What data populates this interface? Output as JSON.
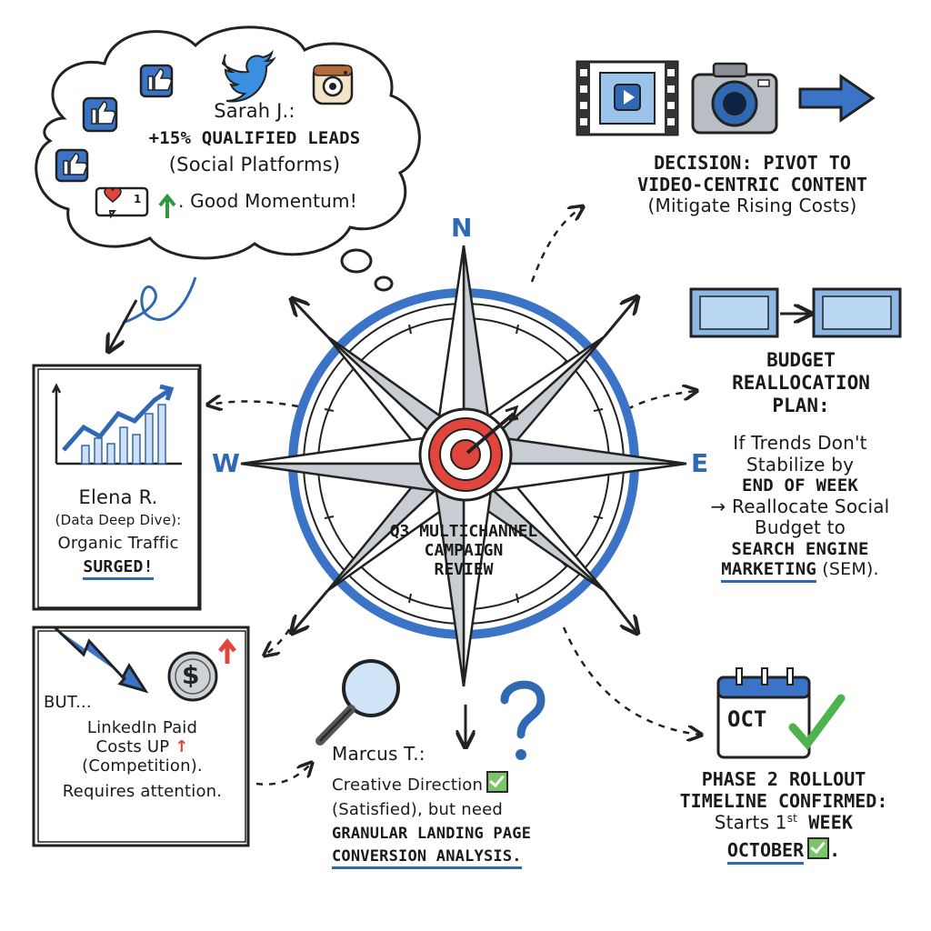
{
  "center": {
    "line1": "Q3 MULTICHANNEL",
    "line2": "CAMPAIGN",
    "line3": "REVIEW"
  },
  "compass": {
    "north": "N",
    "west": "W",
    "east": "E"
  },
  "sarah": {
    "name": "Sarah J.:",
    "metric": "+15% QUALIFIED LEADS",
    "source": "(Social Platforms)",
    "notif_count": "1",
    "momentum": ". Good Momentum!"
  },
  "decision": {
    "line1": "DECISION: PIVOT TO",
    "line2": "VIDEO-CENTRIC CONTENT",
    "line3": "(Mitigate Rising Costs)"
  },
  "budget": {
    "line1": "BUDGET",
    "line2": "REALLOCATION",
    "line3": "PLAN:",
    "line4": "If Trends Don't",
    "line5": "Stabilize by",
    "line6": "END OF WEEK",
    "line7": "→ Reallocate Social",
    "line8": "Budget to",
    "line9": "SEARCH ENGINE",
    "line10a": "MARKETING",
    "line10b": " (SEM)."
  },
  "elena": {
    "name": "Elena R.",
    "sub": "(Data Deep Dive):",
    "line3": "Organic Traffic",
    "line4": "SURGED!"
  },
  "linkedin": {
    "line1": "BUT...",
    "line2": "LinkedIn Paid",
    "line3": "Costs UP",
    "line4": "(Competition).",
    "line5": "Requires attention."
  },
  "marcus": {
    "name": "Marcus T.:",
    "line2": "Creative Direction",
    "line3": "(Satisfied), but need",
    "line4": "GRANULAR LANDING PAGE",
    "line5": "CONVERSION ANALYSIS."
  },
  "phase2": {
    "calendar_label": "OCT",
    "line1": "PHASE 2 ROLLOUT",
    "line2": "TIMELINE CONFIRMED:",
    "line3a": "Starts 1",
    "line3sup": "st",
    "line3b": " WEEK",
    "line4": "OCTOBER",
    "line4end": "."
  },
  "colors": {
    "accent_blue": "#2f68b3",
    "target_red": "#e2453c",
    "check_green": "#7cc46a",
    "ink": "#1a1a1a"
  },
  "icons": [
    "thumbs-up-icon",
    "twitter-icon",
    "instagram-icon",
    "heart-notification-icon",
    "up-arrow-icon",
    "film-strip-icon",
    "camera-icon",
    "right-arrow-icon",
    "screen-transfer-icon",
    "growth-chart-icon",
    "down-trend-arrow-icon",
    "dollar-coin-icon",
    "magnifier-icon",
    "question-mark-icon",
    "calendar-icon",
    "checkmark-icon",
    "target-icon",
    "compass-icon"
  ]
}
